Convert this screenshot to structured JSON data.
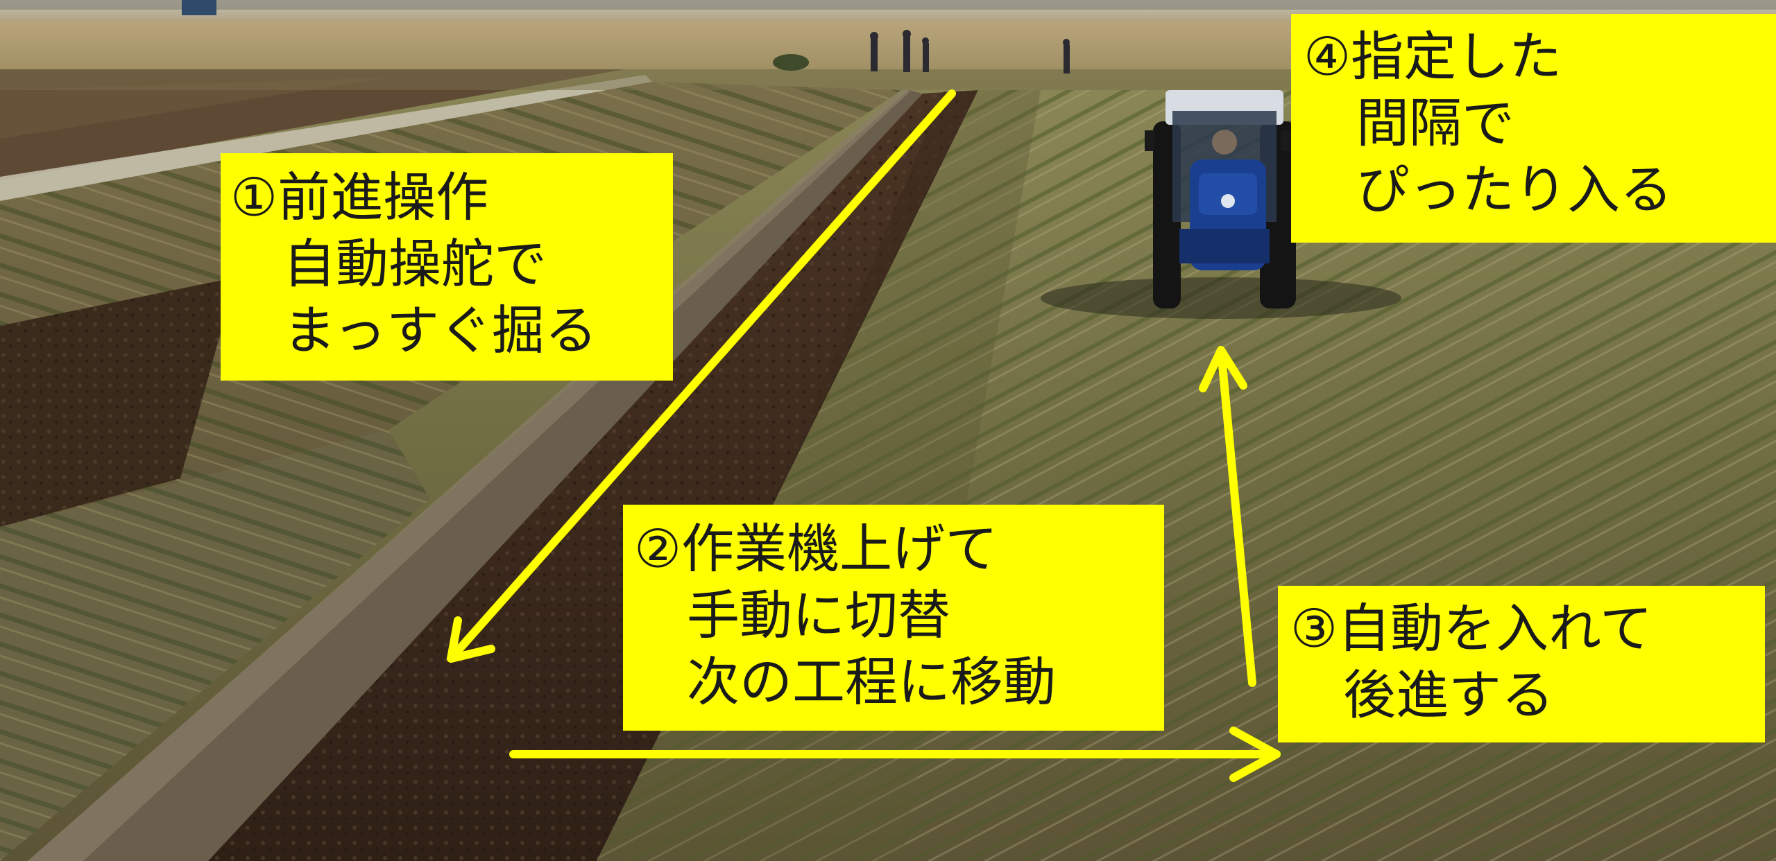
{
  "captions": {
    "step1": {
      "line1": "①前進操作",
      "line2": "自動操舵で",
      "line3": "まっすぐ掘る"
    },
    "step2": {
      "line1": "②作業機上げて",
      "line2": "手動に切替",
      "line3": "次の工程に移動"
    },
    "step3": {
      "line1": "③自動を入れて",
      "line2": "後進する"
    },
    "step4": {
      "line1": "④指定した",
      "line2": "間隔で",
      "line3": "ぴったり入る"
    }
  },
  "colors": {
    "caption_background": "#ffff00",
    "arrow": "#ffff00",
    "tilled_soil": "#3d2a1c",
    "stubble_field": "#7c7748",
    "tractor_body": "#1b3f8f"
  },
  "icons": [
    "tractor-icon",
    "person-icon"
  ]
}
